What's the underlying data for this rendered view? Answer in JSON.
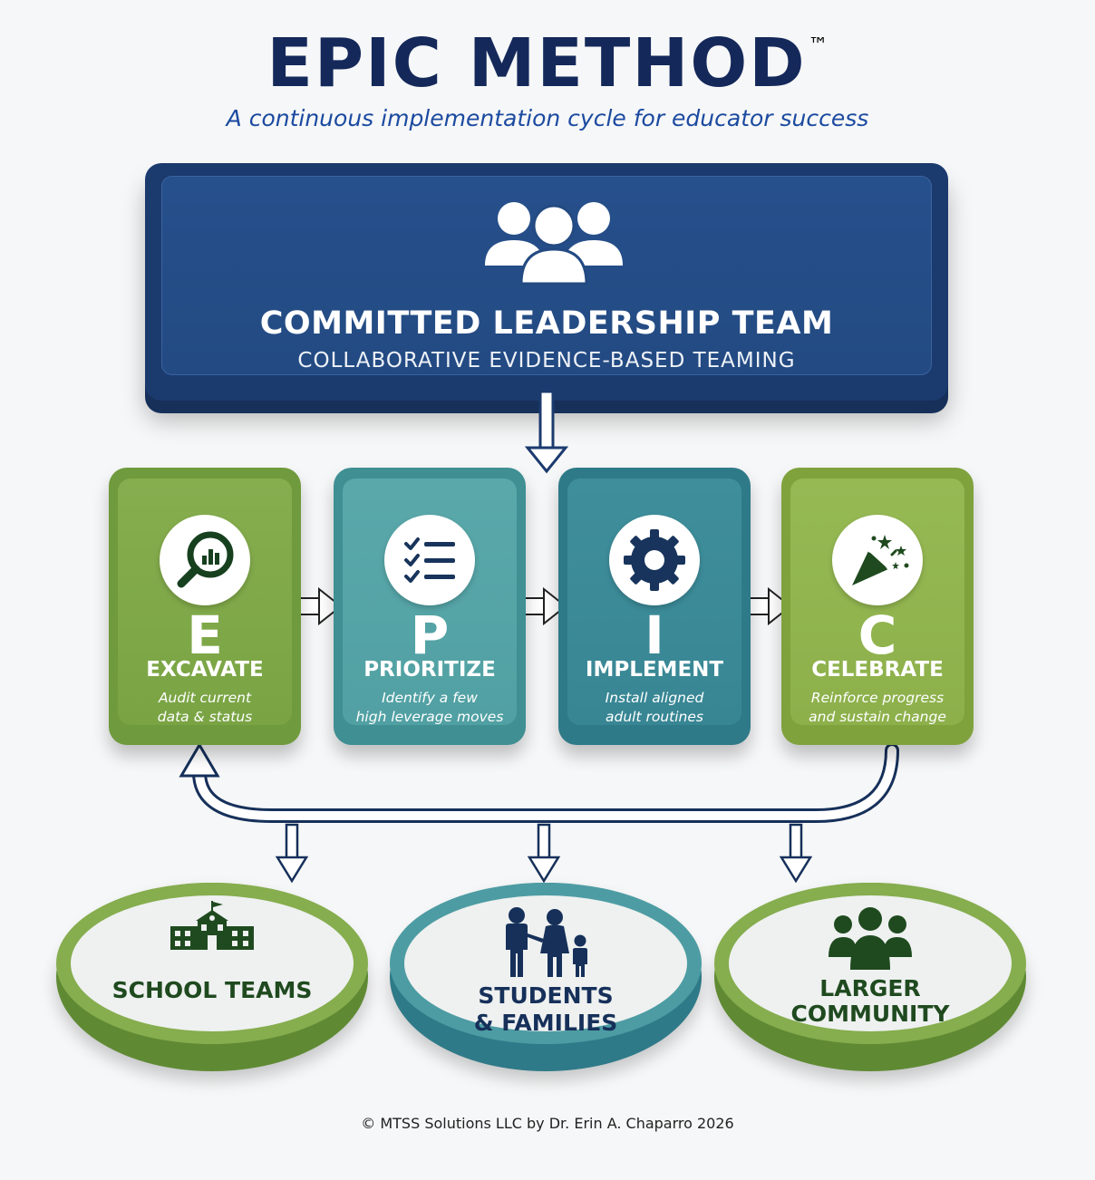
{
  "header": {
    "title": "EPIC METHOD",
    "trademark": "™",
    "subtitle": "A continuous implementation cycle for educator success"
  },
  "leadership": {
    "icon": "group-icon",
    "title": "COMMITTED LEADERSHIP TEAM",
    "subtitle": "COLLABORATIVE EVIDENCE-BASED TEAMING",
    "color": "#1b3a6e"
  },
  "steps": [
    {
      "letter": "E",
      "word": "EXCAVATE",
      "desc_line1": "Audit current",
      "desc_line2": "data & status",
      "icon": "magnifier-chart-icon",
      "color": "#7aa444"
    },
    {
      "letter": "P",
      "word": "PRIORITIZE",
      "desc_line1": "Identify a few",
      "desc_line2": "high leverage moves",
      "icon": "checklist-icon",
      "color": "#51a0a3"
    },
    {
      "letter": "I",
      "word": "IMPLEMENT",
      "desc_line1": "Install aligned",
      "desc_line2": "adult routines",
      "icon": "gear-icon",
      "color": "#388694"
    },
    {
      "letter": "C",
      "word": "CELEBRATE",
      "desc_line1": "Reinforce progress",
      "desc_line2": "and sustain change",
      "icon": "party-popper-icon",
      "color": "#8db04b"
    }
  ],
  "audiences": [
    {
      "line1": "SCHOOL TEAMS",
      "line2": "",
      "icon": "school-building-icon",
      "color": "#1f4a1f"
    },
    {
      "line1": "STUDENTS",
      "line2": "& FAMILIES",
      "icon": "family-icon",
      "color": "#16305a"
    },
    {
      "line1": "LARGER",
      "line2": "COMMUNITY",
      "icon": "community-icon",
      "color": "#1f4a1f"
    }
  ],
  "footer": "© MTSS Solutions LLC by Dr. Erin A. Chaparro 2026"
}
